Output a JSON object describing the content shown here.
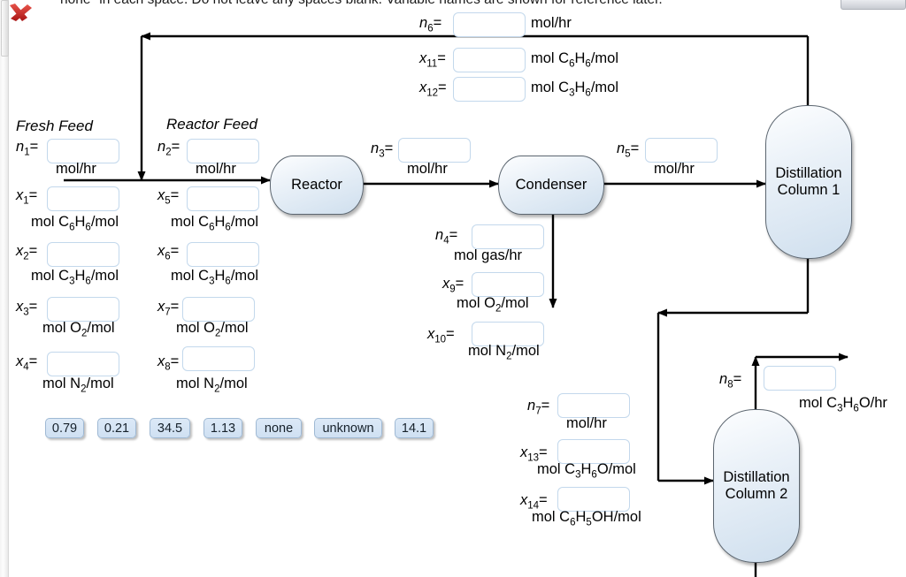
{
  "header": {
    "instruction": "none\" in each space. Do not leave any spaces blank. Variable names are shown for reference later."
  },
  "icons": {
    "broken_image": "red-x-icon",
    "scrollbar": "vertical-scrollbar"
  },
  "units": [
    {
      "id": "reactor",
      "label": "Reactor"
    },
    {
      "id": "condenser",
      "label": "Condenser"
    },
    {
      "id": "column1",
      "label_line1": "Distillation",
      "label_line2": "Column 1"
    },
    {
      "id": "column2",
      "label_line1": "Distillation",
      "label_line2": "Column 2"
    }
  ],
  "sections": {
    "fresh_feed": "Fresh Feed",
    "reactor_feed": "Reactor Feed"
  },
  "streams": {
    "recycle": {
      "n6_label": "n",
      "n6_sub": "6",
      "n6_units": "mol/hr",
      "x11_label": "x",
      "x11_sub": "11",
      "x11_units_a": "mol C",
      "x11_units_sub1": "6",
      "x11_units_b": "H",
      "x11_units_sub2": "6",
      "x11_units_c": "/mol",
      "x12_label": "x",
      "x12_sub": "12",
      "x12_units_a": "mol C",
      "x12_units_sub1": "3",
      "x12_units_b": "H",
      "x12_units_sub2": "6",
      "x12_units_c": "/mol"
    },
    "fresh_feed": {
      "n1_label": "n",
      "n1_sub": "1",
      "n1_units": "mol/hr",
      "x1_label": "x",
      "x1_sub": "1",
      "x1_units": "mol C6H6/mol",
      "x2_label": "x",
      "x2_sub": "2",
      "x2_units": "mol C3H6/mol",
      "x3_label": "x",
      "x3_sub": "3",
      "x3_units": "mol O2/mol",
      "x4_label": "x",
      "x4_sub": "4",
      "x4_units": "mol N2/mol"
    },
    "reactor_feed": {
      "n2_label": "n",
      "n2_sub": "2",
      "n2_units": "mol/hr",
      "x5_label": "x",
      "x5_sub": "5",
      "x5_units": "mol C6H6/mol",
      "x6_label": "x",
      "x6_sub": "6",
      "x6_units": "mol C3H6/mol",
      "x7_label": "x",
      "x7_sub": "7",
      "x7_units": "mol O2/mol",
      "x8_label": "x",
      "x8_sub": "8",
      "x8_units": "mol N2/mol"
    },
    "reactor_out": {
      "n3_label": "n",
      "n3_sub": "3",
      "n3_units": "mol/hr"
    },
    "condenser_gas": {
      "n4_label": "n",
      "n4_sub": "4",
      "n4_units": "mol gas/hr",
      "x9_label": "x",
      "x9_sub": "9",
      "x9_units": "mol O2/mol",
      "x10_label": "x",
      "x10_sub": "10",
      "x10_units": "mol N2/mol"
    },
    "condenser_out": {
      "n5_label": "n",
      "n5_sub": "5",
      "n5_units": "mol/hr"
    },
    "col1_bottoms": {
      "n7_label": "n",
      "n7_sub": "7",
      "n7_units": "mol/hr",
      "x13_label": "x",
      "x13_sub": "13",
      "x13_units": "mol C3H6O/mol",
      "x14_label": "x",
      "x14_sub": "14",
      "x14_units": "mol C6H5OH/mol"
    },
    "col2_overhead": {
      "n8_label": "n",
      "n8_sub": "8",
      "n8_units": "mol C3H6O/hr"
    }
  },
  "answer_chips": [
    {
      "value": "0.79"
    },
    {
      "value": "0.21"
    },
    {
      "value": "34.5"
    },
    {
      "value": "1.13"
    },
    {
      "value": "none"
    },
    {
      "value": "unknown"
    },
    {
      "value": "14.1"
    }
  ],
  "input_fields": {
    "placeholder": "",
    "values": [
      "",
      "",
      "",
      "",
      "",
      "",
      "",
      "",
      "",
      "",
      "",
      "",
      "",
      "",
      "",
      "",
      "",
      "",
      "",
      "",
      "",
      ""
    ]
  },
  "colors": {
    "line": "#000000",
    "unit_border": "#5c6670",
    "unit_fill_top": "#fdfeff",
    "unit_fill_bottom": "#cfdfee",
    "input_border": "#c3d8ec",
    "chip_fill": "#cfe0f2",
    "chip_border": "#9fb9d4",
    "accent_red": "#cc2222"
  }
}
